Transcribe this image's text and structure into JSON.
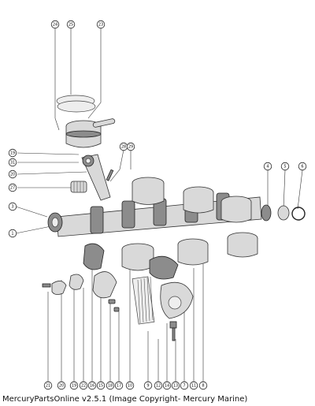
{
  "caption": "MercuryPartsOnline v2.5.1 (Image Copyright- Mercury Marine)",
  "callouts": [
    "24",
    "25",
    "23",
    "19",
    "31",
    "20",
    "27",
    "28",
    "29",
    "3",
    "1",
    "4",
    "5",
    "6",
    "21",
    "20",
    "19",
    "22",
    "16",
    "15",
    "18",
    "17",
    "10",
    "9",
    "12",
    "14",
    "13",
    "7",
    "11",
    "8"
  ]
}
